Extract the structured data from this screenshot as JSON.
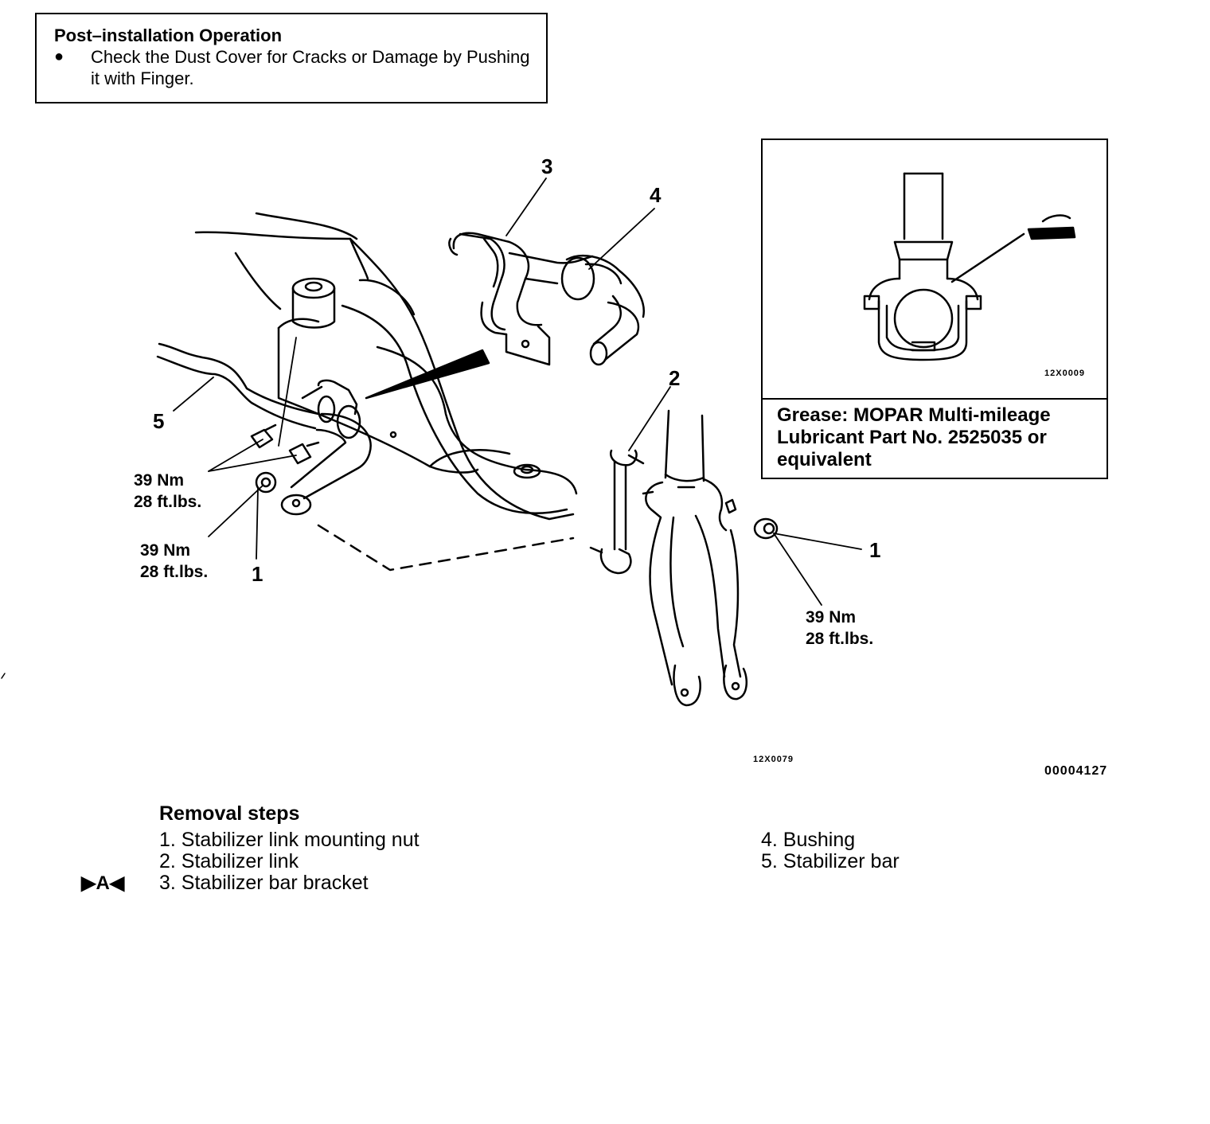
{
  "post_installation": {
    "title": "Post–installation Operation",
    "bullet": "●",
    "items": [
      "Check the Dust Cover for Cracks or Damage by Pushing it with Finger."
    ]
  },
  "grease_inset": {
    "code": "12X0009",
    "text": "Grease: MOPAR Multi-mileage Lubricant Part No. 2525035 or equivalent"
  },
  "callouts": {
    "c1a": "1",
    "c1b": "1",
    "c2": "2",
    "c3": "3",
    "c4": "4",
    "c5": "5"
  },
  "torques": {
    "t1": [
      "39 Nm",
      "28 ft.lbs."
    ],
    "t2": [
      "39 Nm",
      "28 ft.lbs."
    ],
    "t3": [
      "39 Nm",
      "28 ft.lbs."
    ]
  },
  "figure_codes": {
    "main": "12X0079",
    "doc": "00004127"
  },
  "removal_steps": {
    "title": "Removal steps",
    "marker": "▶A◀",
    "left": [
      "1. Stabilizer link mounting nut",
      "2. Stabilizer link",
      "3. Stabilizer bar bracket"
    ],
    "right": [
      "4. Bushing",
      "5. Stabilizer bar"
    ]
  }
}
